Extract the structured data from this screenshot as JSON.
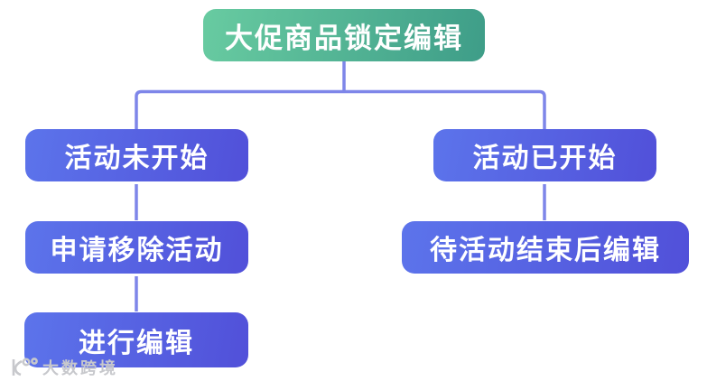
{
  "diagram": {
    "title_node": {
      "label": "大促商品锁定编辑"
    },
    "branches": [
      {
        "condition": {
          "label": "活动未开始"
        },
        "steps": [
          {
            "label": "申请移除活动"
          },
          {
            "label": "进行编辑"
          }
        ]
      },
      {
        "condition": {
          "label": "活动已开始"
        },
        "steps": [
          {
            "label": "待活动结束后编辑"
          }
        ]
      }
    ]
  },
  "watermark": {
    "text": "大数跨境",
    "logo": "brand-logo"
  },
  "colors": {
    "root_gradient_start": "#68cba1",
    "root_gradient_end": "#3e9d88",
    "node_gradient_start": "#5c74eb",
    "node_gradient_end": "#5150d9",
    "connector": "#7e86e9",
    "watermark_gray": "#c7c8cc",
    "background": "#ffffff",
    "node_text": "#ffffff"
  }
}
